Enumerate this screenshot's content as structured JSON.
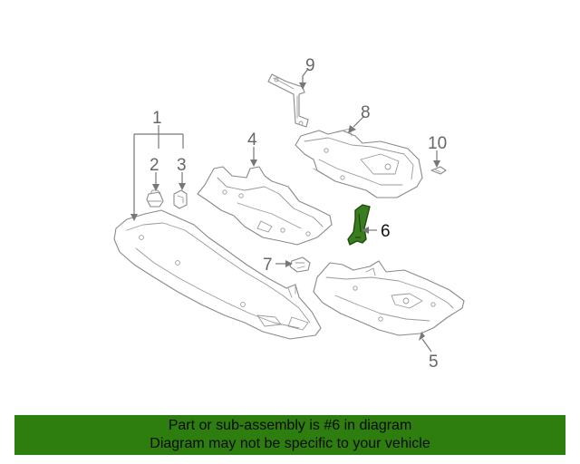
{
  "colors": {
    "highlight": "#3a7d1e",
    "banner_bg": "#2e7d0f",
    "line": "#8a8a8a"
  },
  "callouts": {
    "c1": "1",
    "c2": "2",
    "c3": "3",
    "c4": "4",
    "c5": "5",
    "c6": "6",
    "c7": "7",
    "c8": "8",
    "c9": "9",
    "c10": "10"
  },
  "banner": {
    "line1": "Part or sub-assembly is #6 in diagram",
    "line2": "Diagram may not be specific to your vehicle"
  }
}
